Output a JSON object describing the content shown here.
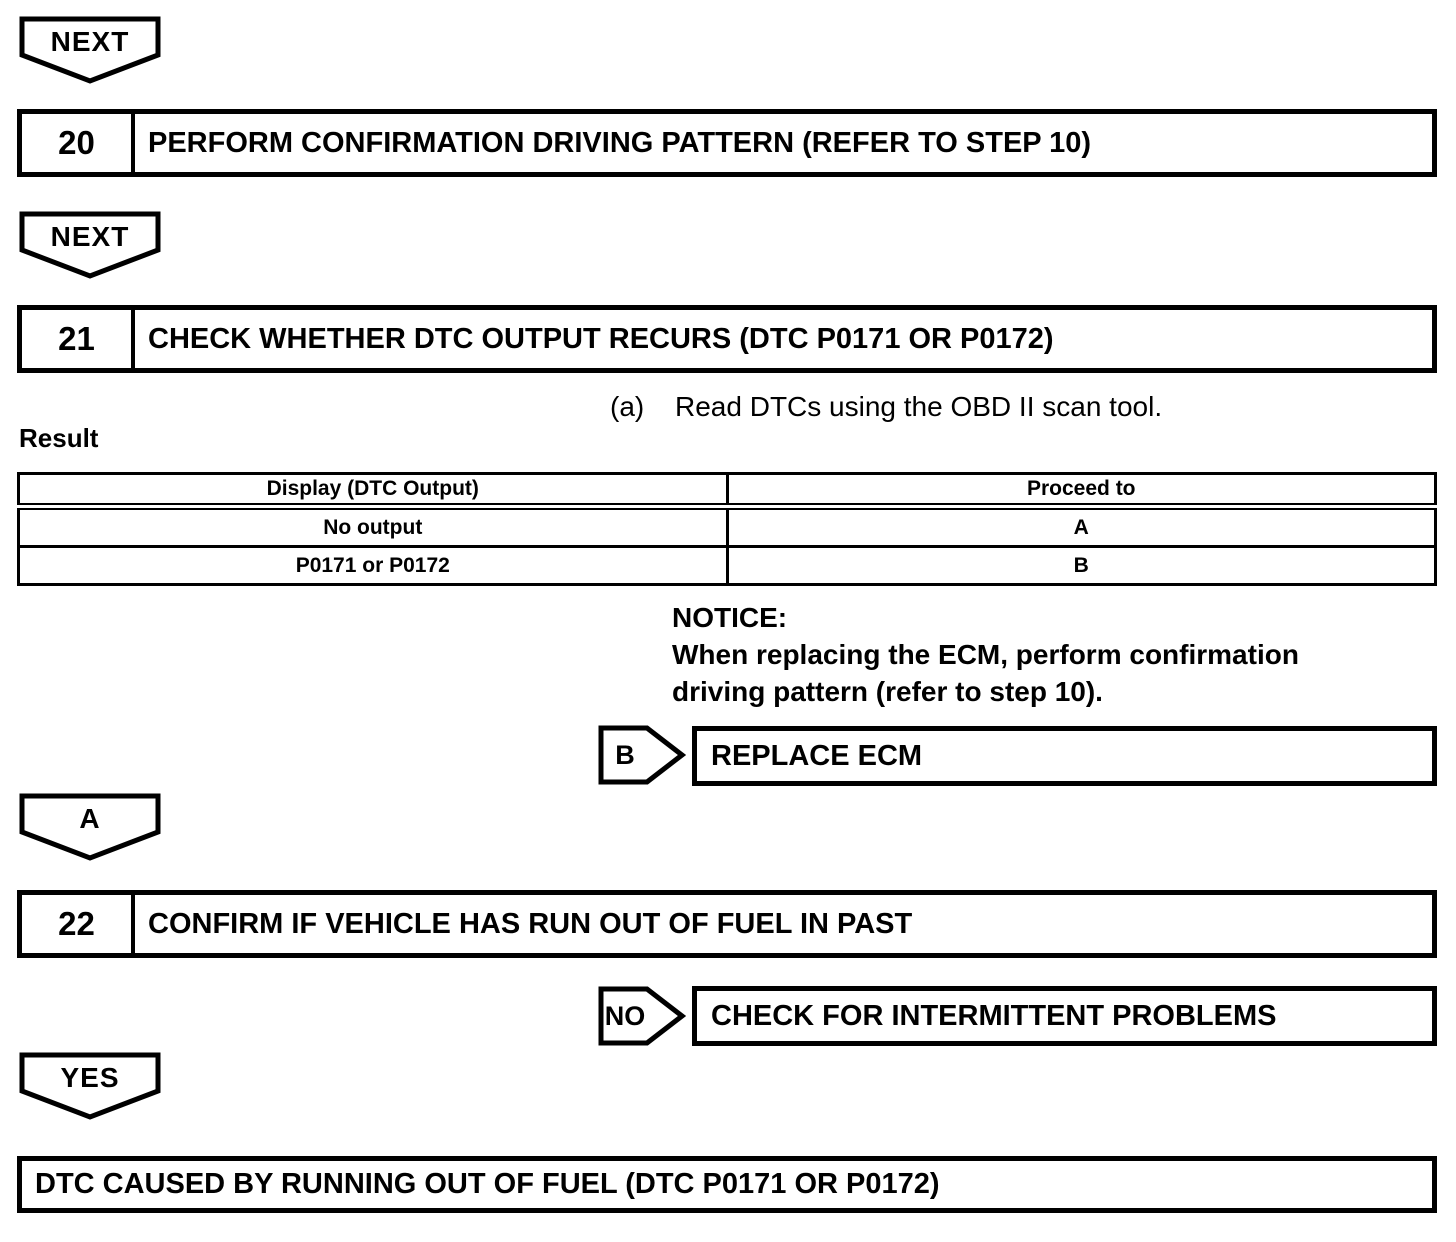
{
  "colors": {
    "background": "#ffffff",
    "line": "#000000"
  },
  "connectors": {
    "next1": "NEXT",
    "next2": "NEXT",
    "a": "A",
    "yes": "YES",
    "b": "B",
    "no": "NO"
  },
  "steps": {
    "s20": {
      "number": "20",
      "title": "PERFORM CONFIRMATION DRIVING PATTERN (REFER TO STEP 10)"
    },
    "s21": {
      "number": "21",
      "title": "CHECK WHETHER DTC OUTPUT RECURS (DTC P0171 OR P0172)"
    },
    "s22": {
      "number": "22",
      "title": "CONFIRM IF VEHICLE HAS RUN OUT OF FUEL IN PAST"
    }
  },
  "step21_detail": {
    "substep_label": "(a)",
    "substep_text": "Read DTCs using the OBD II scan tool.",
    "result_label": "Result"
  },
  "result_table": {
    "headers": [
      "Display (DTC Output)",
      "Proceed to"
    ],
    "rows": [
      [
        "No output",
        "A"
      ],
      [
        "P0171 or P0172",
        "B"
      ]
    ]
  },
  "notice": {
    "title": "NOTICE:",
    "line1": "When replacing the ECM, perform confirmation",
    "line2": "driving pattern (refer to step 10)."
  },
  "actions": {
    "replace_ecm": "REPLACE ECM",
    "check_intermittent": "CHECK FOR INTERMITTENT PROBLEMS"
  },
  "final": {
    "text": "DTC CAUSED BY RUNNING OUT OF FUEL (DTC P0171 OR P0172)"
  }
}
